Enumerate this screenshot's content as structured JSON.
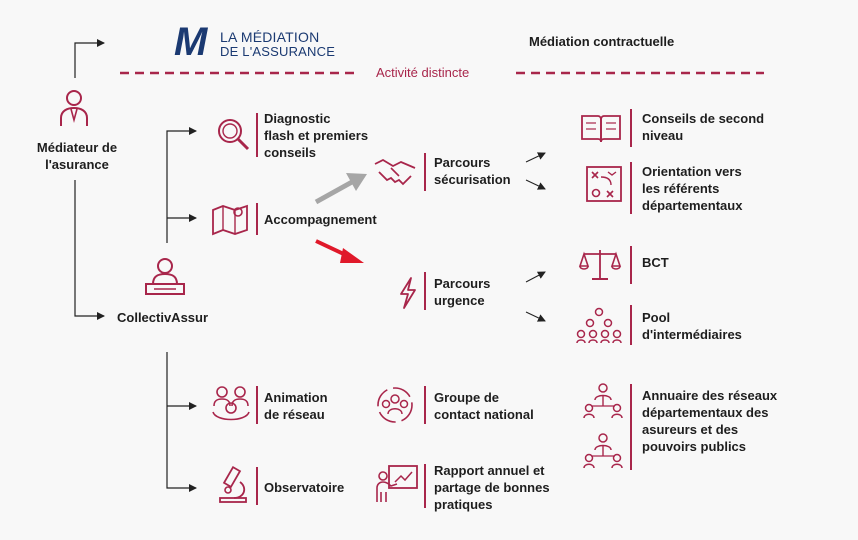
{
  "header": {
    "logo_mark": "M",
    "logo_line1": "LA MÉDIATION",
    "logo_line2": "DE L'ASSURANCE",
    "contract_label": "Médiation contractuelle",
    "distinct_label": "Activité distincte"
  },
  "left": {
    "mediator": "Médiateur de\nl'asurance",
    "collectiv": "CollectivAssur"
  },
  "services": {
    "diagnostic": "Diagnostic\nflash et premiers\nconseils",
    "accompagnement": "Accompagnement",
    "animation": "Animation\nde réseau",
    "observatoire": "Observatoire"
  },
  "parcours": {
    "securisation": "Parcours\nsécurisation",
    "urgence": "Parcours\nurgence"
  },
  "middle": {
    "groupe": "Groupe de\ncontact national",
    "rapport": "Rapport annuel et\npartage de bonnes\npratiques"
  },
  "outcomes": {
    "conseils": "Conseils de second\nniveau",
    "orientation": "Orientation vers\nles référents\ndépartementaux",
    "bct": "BCT",
    "pool": "Pool\nd'intermédiaires",
    "annuaire": "Annuaire des réseaux\ndépartementaux des\nasureurs et des\npouvoirs publics"
  },
  "colors": {
    "accent": "#a8264b",
    "navy": "#1b3a72",
    "grey_arrow": "#a6a6a6",
    "red_arrow": "#e0192a"
  }
}
